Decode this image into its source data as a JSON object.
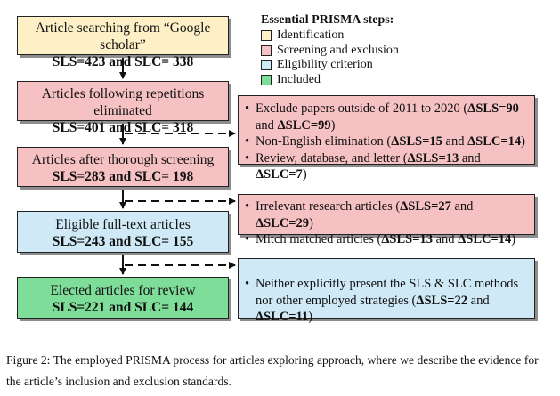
{
  "legend": {
    "title": "Essential PRISMA steps:",
    "items": [
      {
        "label": "Identification",
        "color": "#fdf0c6"
      },
      {
        "label": "Screening and exclusion",
        "color": "#f6c1c3"
      },
      {
        "label": "Eligibility criterion",
        "color": "#cfe9f6"
      },
      {
        "label": "Included",
        "color": "#7fdd9a"
      }
    ]
  },
  "steps": [
    {
      "title": "Article searching from “Google scholar”",
      "counts": "SLS=423 and SLC= 338",
      "color": "#fdf0c6"
    },
    {
      "title": "Articles following repetitions eliminated",
      "counts": "SLS=401 and SLC= 318",
      "color": "#f6c1c3"
    },
    {
      "title": "Articles after thorough screening",
      "counts": "SLS=283 and SLC= 198",
      "color": "#f6c1c3"
    },
    {
      "title": "Eligible full-text articles",
      "counts": "SLS=243 and SLC= 155",
      "color": "#cfe9f6"
    },
    {
      "title": "Elected articles for review",
      "counts": "SLS=221 and SLC= 144",
      "color": "#7fdd9a"
    }
  ],
  "exclusions": [
    {
      "color": "#f6c1c3",
      "items": [
        {
          "text": "Exclude papers outside of 2011 to 2020 (",
          "bold": "ΔSLS=90",
          "mid": " and ",
          "bold2": "ΔSLC=99",
          "end": ")"
        },
        {
          "text": "Non-English elimination (",
          "bold": "ΔSLS=15",
          "mid": " and ",
          "bold2": "ΔSLC=14",
          "end": ")"
        },
        {
          "text": "Review, database, and letter (",
          "bold": "ΔSLS=13",
          "mid": " and ",
          "bold2": "ΔSLC=7",
          "end": ")"
        }
      ]
    },
    {
      "color": "#f6c1c3",
      "items": [
        {
          "text": "Irrelevant research articles (",
          "bold": "ΔSLS=27",
          "mid": " and ",
          "bold2": "ΔSLC=29",
          "end": ")"
        },
        {
          "text": "Mitch matched articles (",
          "bold": "ΔSLS=13",
          "mid": " and ",
          "bold2": "ΔSLC=14",
          "end": ")"
        }
      ]
    },
    {
      "color": "#cfe9f6",
      "items": [
        {
          "text": "Neither explicitly present the SLS & SLC methods nor other employed strategies (",
          "bold": "ΔSLS=22",
          "mid": " and ",
          "bold2": "ΔSLC=11",
          "end": ")"
        }
      ]
    }
  ],
  "caption": "Figure 2: The employed PRISMA process for articles exploring approach, where we describe the evidence for the article’s inclusion and exclusion standards."
}
